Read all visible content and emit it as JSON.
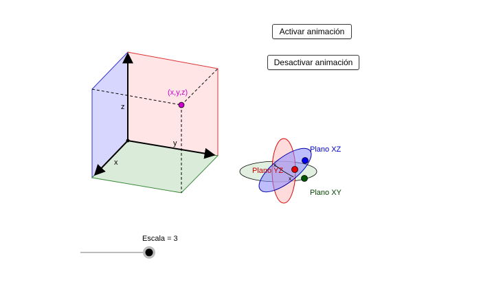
{
  "buttons": {
    "activar_label": "Activar animación",
    "desactivar_label": "Desactivar animación"
  },
  "axes": {
    "x": "x",
    "y": "y",
    "z": "z"
  },
  "point_label": "(x,y,z)",
  "planes": {
    "xz": "Plano XZ",
    "yz": "Plano YZ",
    "xy": "Plano XY"
  },
  "slider": {
    "label": "Escala = 3",
    "value": 3
  },
  "colors": {
    "plane_xz": "#0000cc",
    "plane_yz": "#cc0000",
    "plane_xy": "#006600",
    "point": "#cc00cc",
    "axis": "#000000"
  }
}
